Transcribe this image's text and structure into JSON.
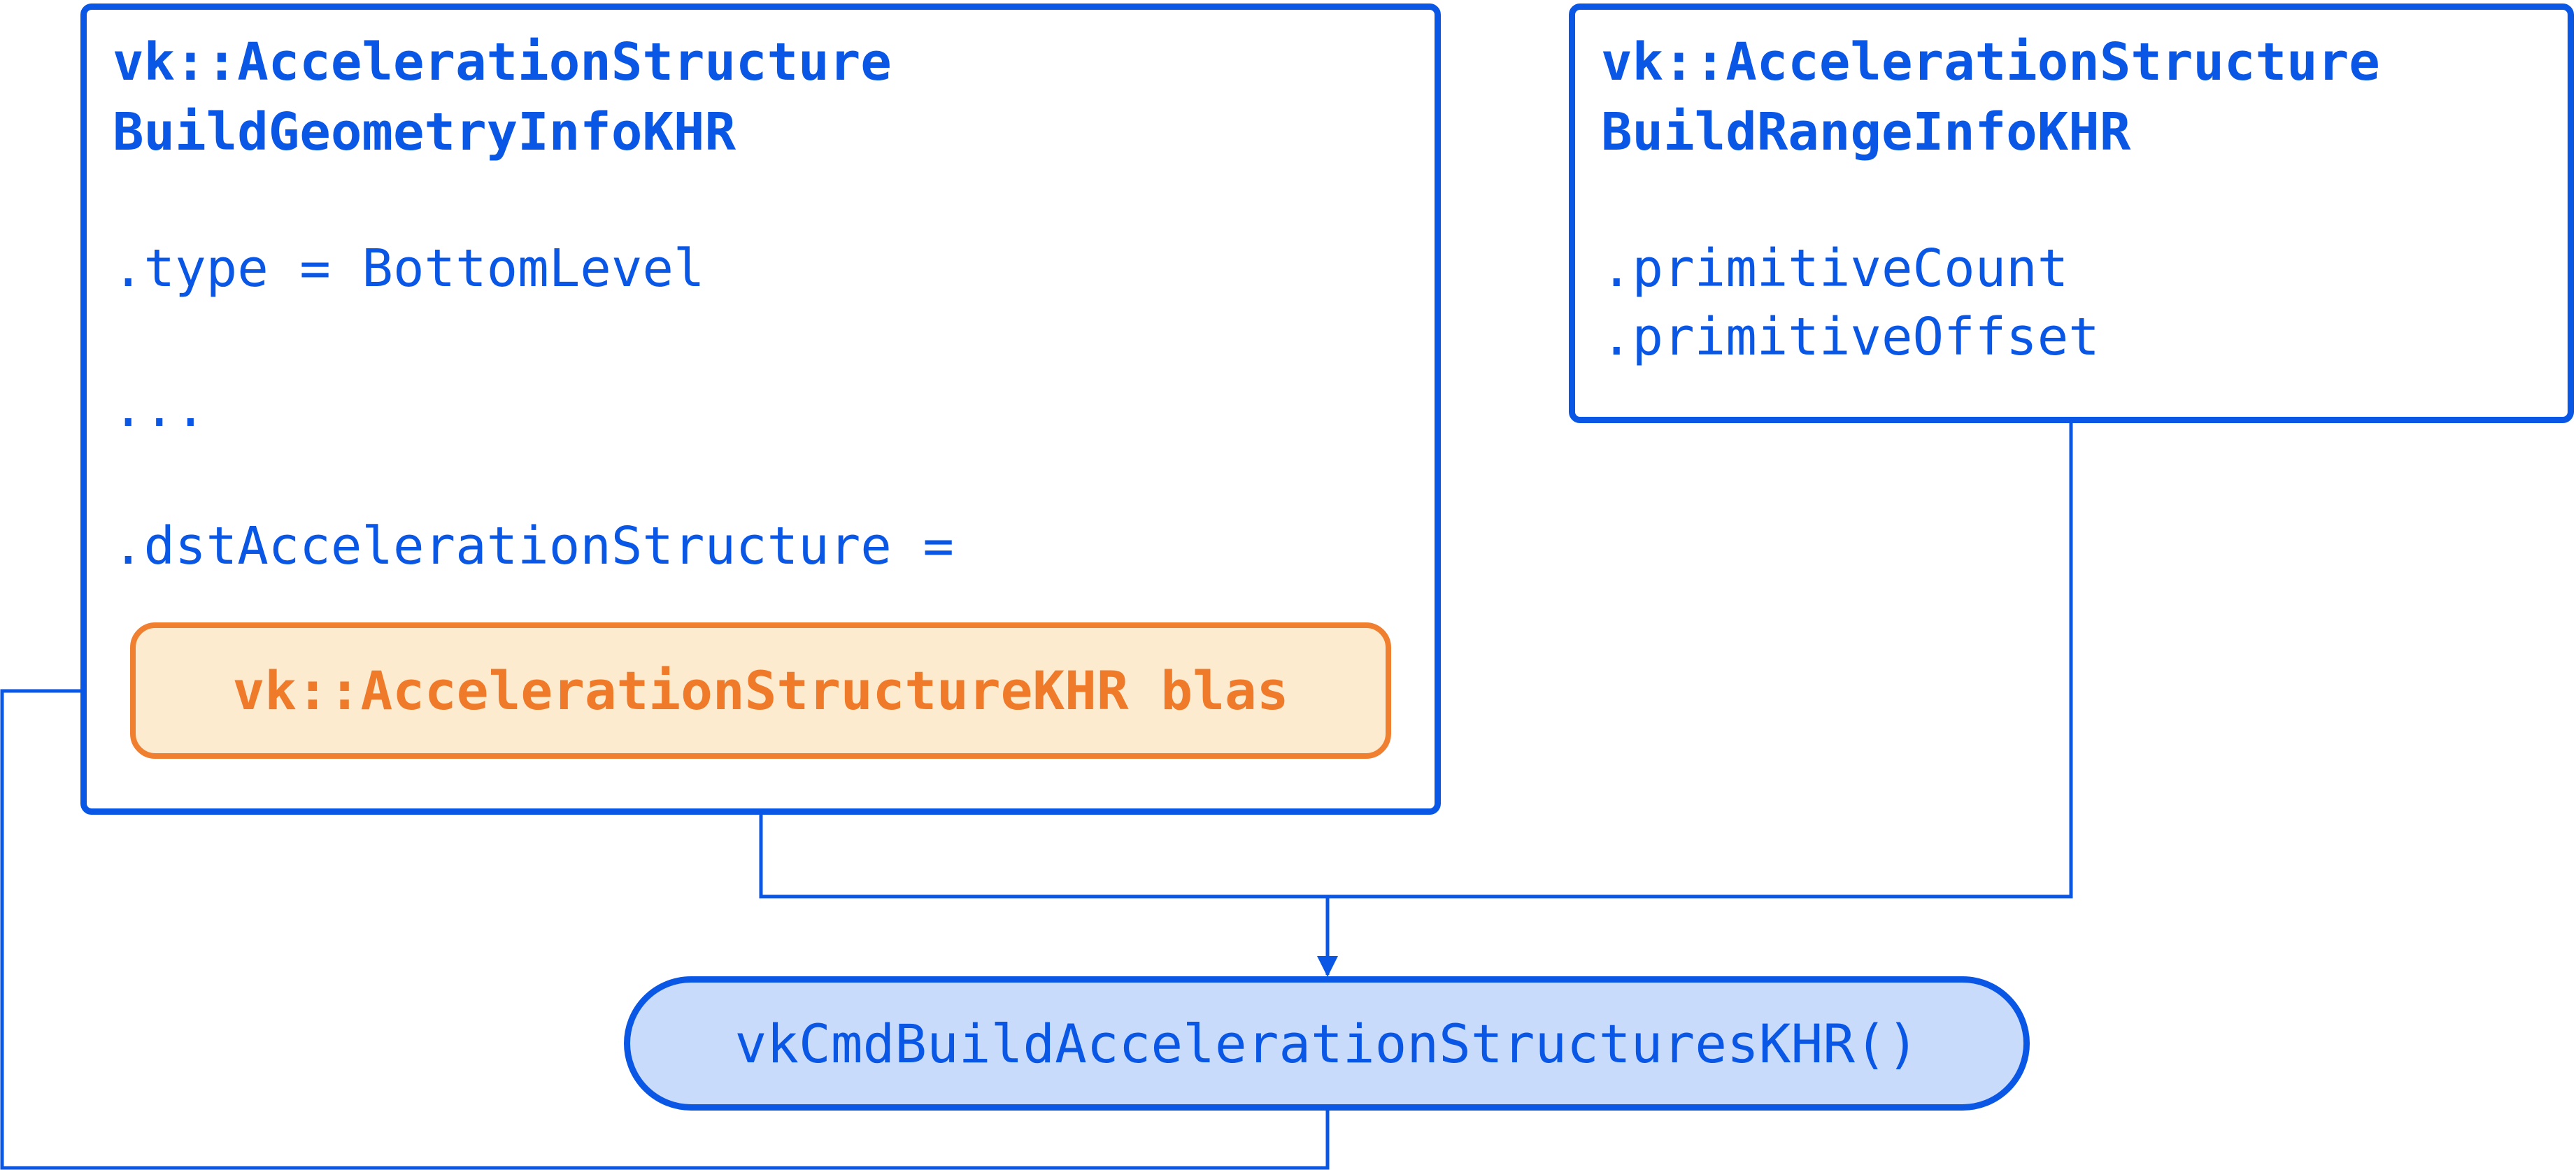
{
  "geometry_info": {
    "title_line1": "vk::AccelerationStructure",
    "title_line2": "BuildGeometryInfoKHR",
    "field_type": ".type = BottomLevel",
    "ellipsis": "...",
    "field_dst": ".dstAccelerationStructure ="
  },
  "blas": {
    "label": "vk::AccelerationStructureKHR blas"
  },
  "range_info": {
    "title_line1": "vk::AccelerationStructure",
    "title_line2": "BuildRangeInfoKHR",
    "field_count": ".primitiveCount",
    "field_offset": ".primitiveOffset"
  },
  "command": {
    "label": "vkCmdBuildAccelerationStructuresKHR()"
  },
  "colors": {
    "blue": "#0a57e6",
    "orange": "#f08030",
    "orange_fill": "#fdebd0",
    "command_fill": "#c8dbfb"
  }
}
